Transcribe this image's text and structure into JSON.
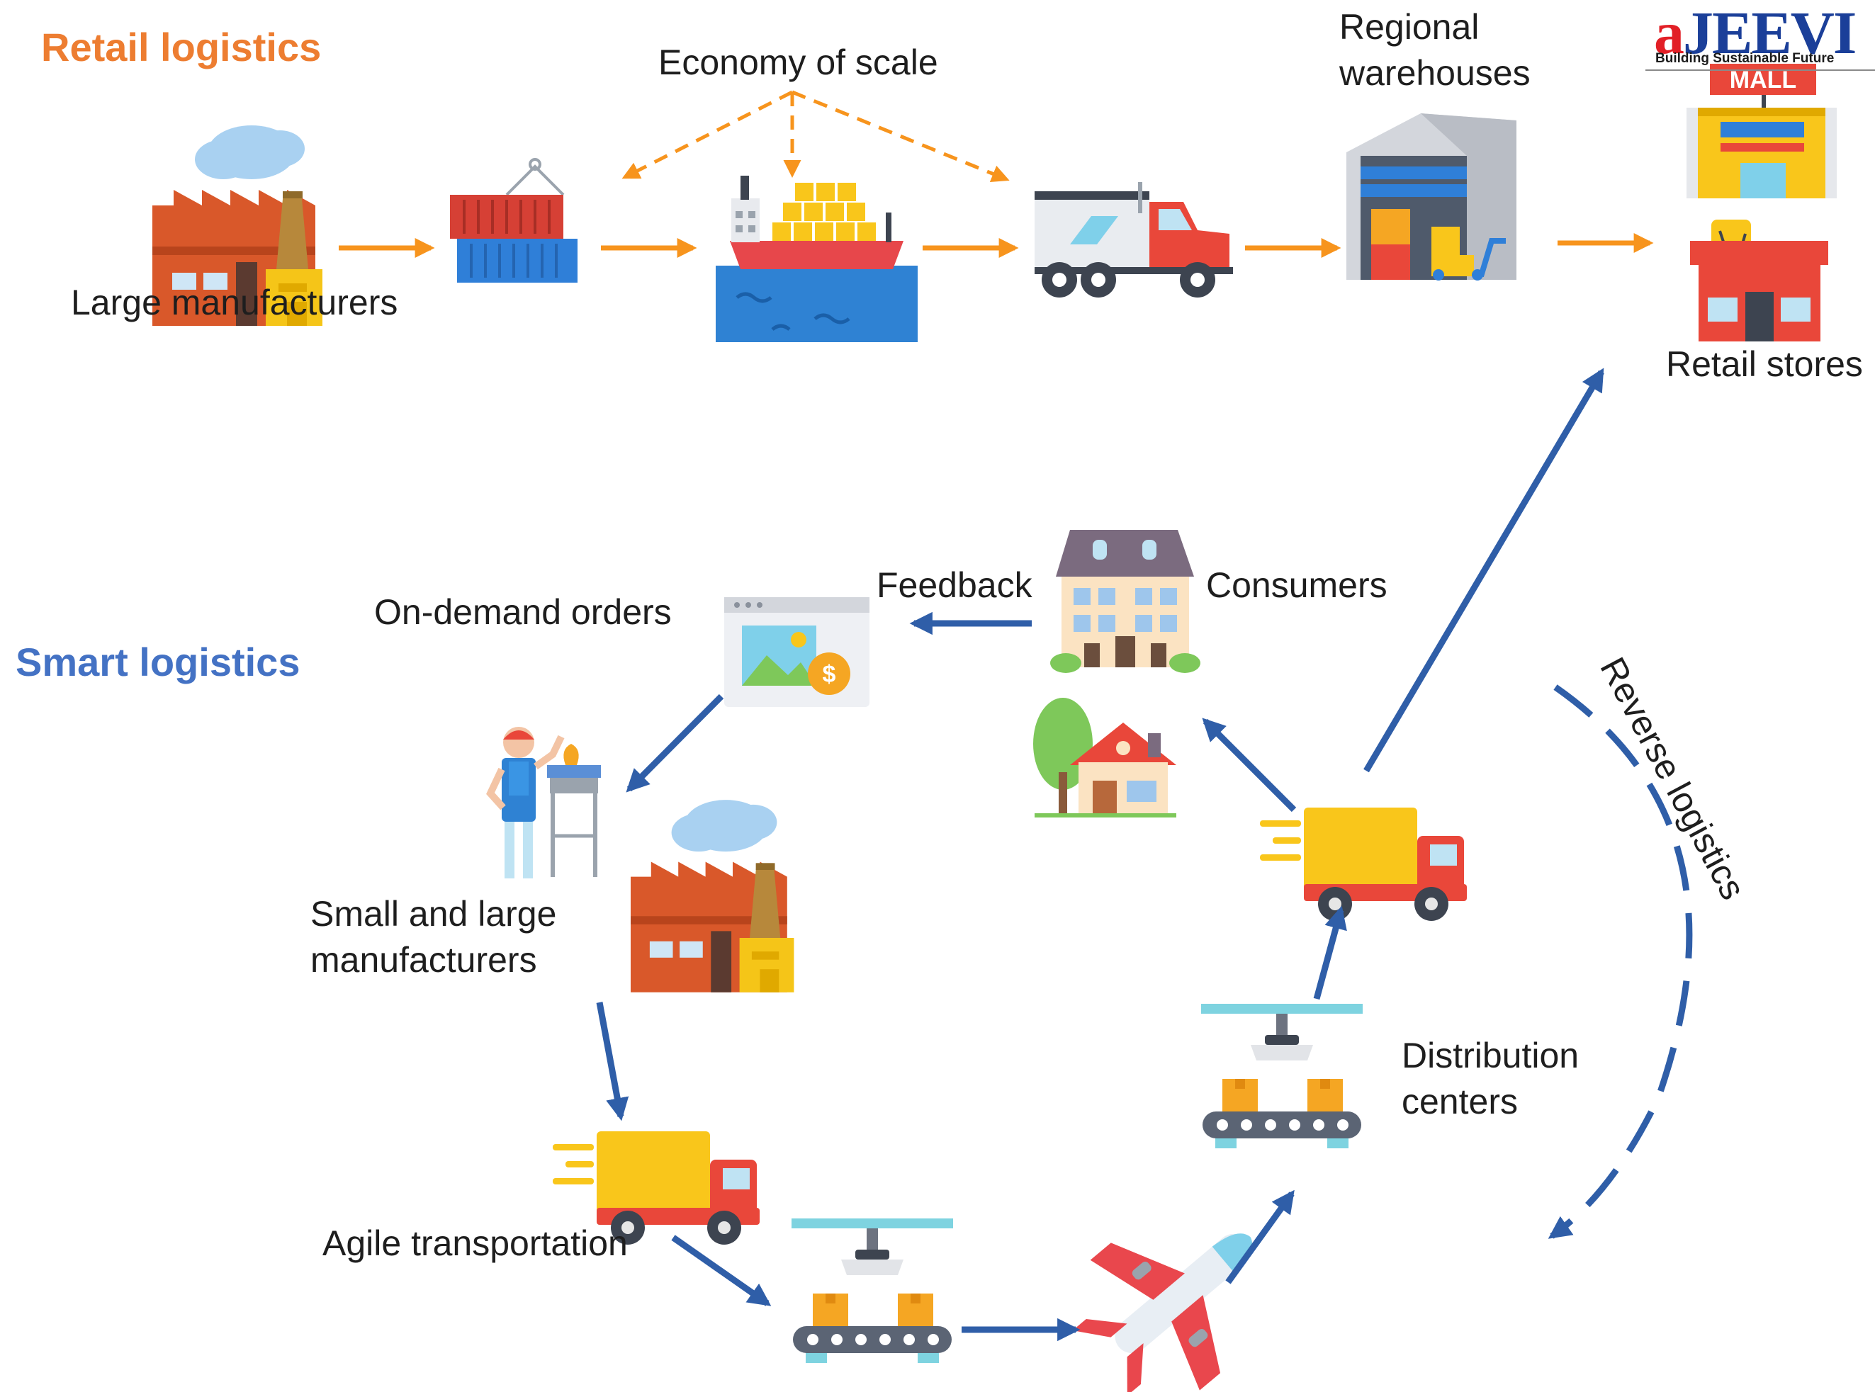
{
  "logo": {
    "mark_a": "a",
    "mark_rest": "JEEVI",
    "tagline": "Building Sustainable Future"
  },
  "retail": {
    "heading": "Retail logistics",
    "economy_of_scale": "Economy of scale",
    "large_manufacturers": "Large manufacturers",
    "regional_line1": "Regional",
    "regional_line2": "warehouses",
    "mall_sign": "MALL",
    "retail_stores": "Retail stores"
  },
  "smart": {
    "heading": "Smart logistics",
    "on_demand": "On-demand orders",
    "feedback": "Feedback",
    "consumers": "Consumers",
    "small_large_line1": "Small and large",
    "small_large_line2": "manufacturers",
    "agile": "Agile transportation",
    "distribution_line1": "Distribution",
    "distribution_line2": "centers",
    "reverse": "Reverse logistics"
  },
  "colors": {
    "retail_arrow": "#f7941d",
    "smart_arrow": "#2f5ea8",
    "retail_heading": "#ed7d31",
    "smart_heading": "#4472c4"
  },
  "icons": [
    "factory-icon",
    "container-icon",
    "cargo-ship-icon",
    "semi-truck-icon",
    "warehouse-icon",
    "mall-icon",
    "store-icon",
    "online-order-icon",
    "apartment-icon",
    "house-icon",
    "craftsman-icon",
    "delivery-truck-icon",
    "conveyor-icon",
    "airplane-icon"
  ]
}
